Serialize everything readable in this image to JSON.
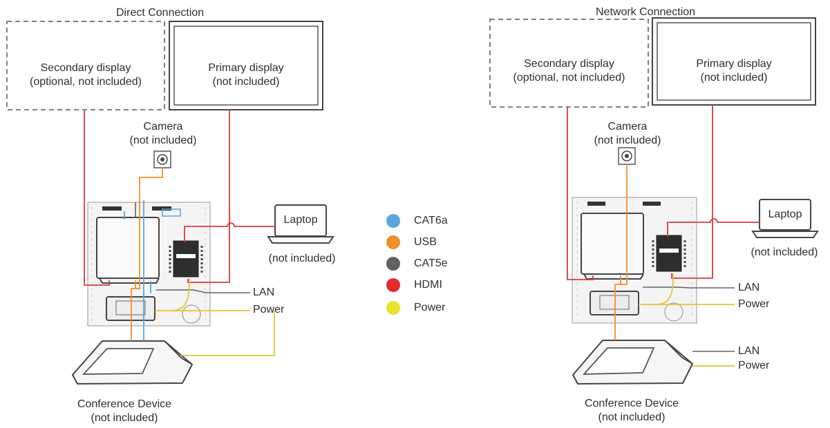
{
  "direct": {
    "title": "Direct Connection",
    "secondary_display": [
      "Secondary display",
      "(optional, not included)"
    ],
    "primary_display": [
      "Primary display",
      "(not included)"
    ],
    "camera": [
      "Camera",
      "(not included)"
    ],
    "laptop_screen": "Laptop",
    "laptop_note": "(not included)",
    "lan": "LAN",
    "power": "Power",
    "conference_device": [
      "Conference Device",
      "(not included)"
    ]
  },
  "network": {
    "title": "Network Connection",
    "secondary_display": [
      "Secondary display",
      "(optional, not included)"
    ],
    "primary_display": [
      "Primary display",
      "(not included)"
    ],
    "camera": [
      "Camera",
      "(not included)"
    ],
    "laptop_screen": "Laptop",
    "laptop_note": "(not included)",
    "lan_top": "LAN",
    "power_top": "Power",
    "lan_bottom": "LAN",
    "power_bottom": "Power",
    "conference_device": [
      "Conference Device",
      "(not included)"
    ]
  },
  "legend": [
    {
      "label": "CAT6a",
      "color": "#5aa5db"
    },
    {
      "label": "USB",
      "color": "#ef8f2d"
    },
    {
      "label": "CAT5e",
      "color": "#606060"
    },
    {
      "label": "HDMI",
      "color": "#e32c2c"
    },
    {
      "label": "Power",
      "color": "#e8e22f"
    }
  ],
  "colors": {
    "cat6a": "#5aa5db",
    "usb": "#ef8f2d",
    "cat5e": "#606060",
    "hdmi": "#d93a3a",
    "power": "#e0c531",
    "lan_line": "#606060"
  }
}
